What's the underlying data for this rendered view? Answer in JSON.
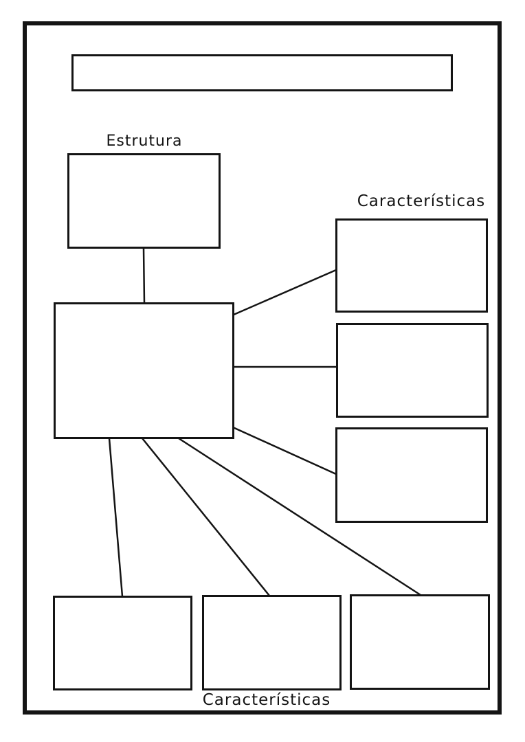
{
  "page": {
    "background": "#ffffff",
    "ink": "#141414"
  },
  "labels": {
    "estrutura": "Estrutura",
    "caracteristicas_right": "Características",
    "caracteristicas_bottom": "Características"
  },
  "diagram": {
    "type": "concept-map-worksheet",
    "nodes": [
      {
        "name": "title-box",
        "text": ""
      },
      {
        "name": "structure-box",
        "text": "",
        "group_label": "Estrutura"
      },
      {
        "name": "main-topic-box",
        "text": ""
      },
      {
        "name": "characteristic-right-box-1",
        "text": "",
        "group_label": "Características"
      },
      {
        "name": "characteristic-right-box-2",
        "text": "",
        "group_label": "Características"
      },
      {
        "name": "characteristic-right-box-3",
        "text": "",
        "group_label": "Características"
      },
      {
        "name": "characteristic-bottom-box-1",
        "text": "",
        "group_label": "Características"
      },
      {
        "name": "characteristic-bottom-box-2",
        "text": "",
        "group_label": "Características"
      },
      {
        "name": "characteristic-bottom-box-3",
        "text": "",
        "group_label": "Características"
      }
    ],
    "connections": [
      {
        "from": "structure-box",
        "to": "main-topic-box"
      },
      {
        "from": "main-topic-box",
        "to": "characteristic-right-box-1"
      },
      {
        "from": "main-topic-box",
        "to": "characteristic-right-box-2"
      },
      {
        "from": "main-topic-box",
        "to": "characteristic-right-box-3"
      },
      {
        "from": "main-topic-box",
        "to": "characteristic-bottom-box-1"
      },
      {
        "from": "main-topic-box",
        "to": "characteristic-bottom-box-2"
      },
      {
        "from": "main-topic-box",
        "to": "characteristic-bottom-box-3"
      }
    ]
  }
}
